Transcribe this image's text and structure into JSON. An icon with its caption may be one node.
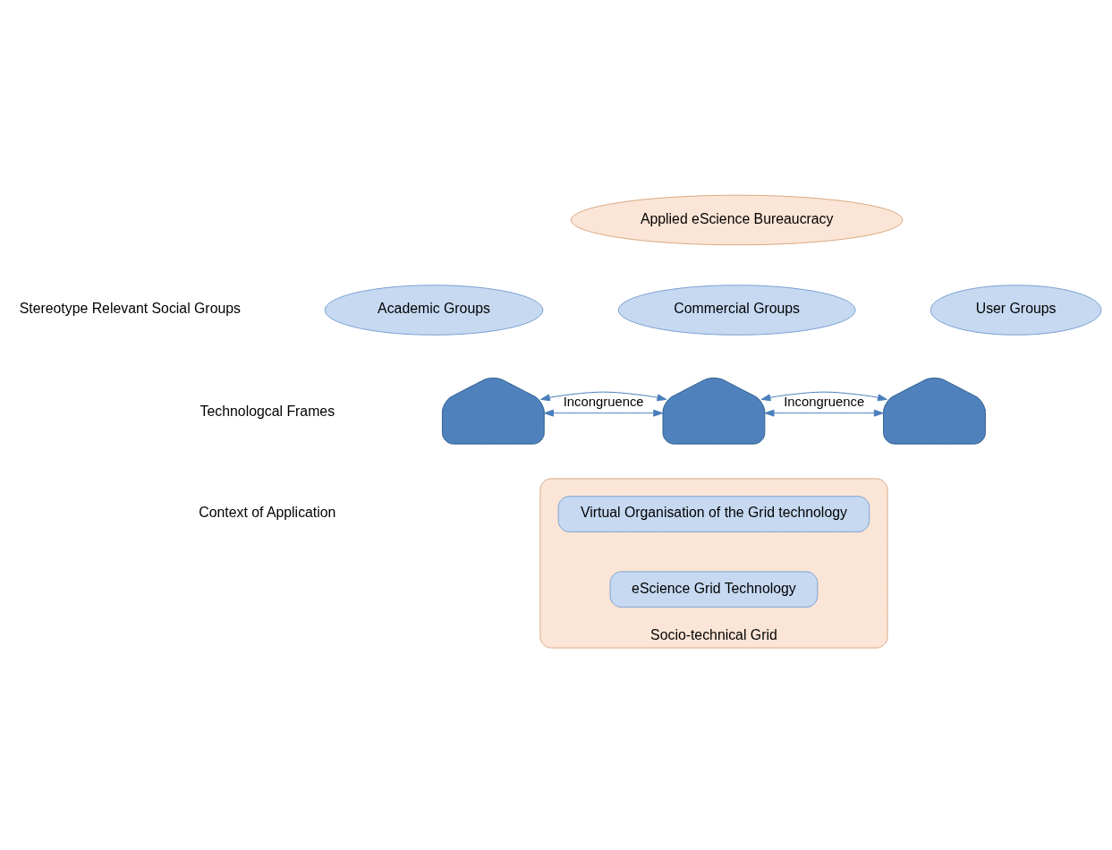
{
  "diagram": {
    "nodes": [
      {
        "text": [
          "Applied eScience Bureaucracy"
        ]
      },
      {
        "text": [
          "Academic Groups"
        ]
      },
      {
        "text": [
          "Commercial Groups"
        ]
      },
      {
        "text": [
          "User Groups"
        ]
      },
      {
        "text": [],
        "shape": "house"
      },
      {
        "text": [],
        "shape": "house"
      },
      {
        "text": [],
        "shape": "house"
      },
      {
        "text": [
          "Socio-technical Grid"
        ]
      },
      {
        "text": [
          "Virtual Organisation of the Grid technology"
        ],
        "in": 7
      },
      {
        "text": [
          "eScience Grid Technology"
        ],
        "in": 7
      }
    ],
    "edges": [
      {
        "from": 4,
        "to": 5,
        "arrow": "both",
        "label": "Incongruence"
      },
      {
        "from": 4,
        "to": 5,
        "arrow": "both"
      },
      {
        "from": 5,
        "to": 6,
        "arrow": "both",
        "label": "Incongruence"
      },
      {
        "from": 5,
        "to": 6,
        "arrow": "both"
      }
    ],
    "labels": [
      "Stereotype Relevant Social Groups",
      "Technologcal Frames",
      "Context of Application"
    ]
  }
}
